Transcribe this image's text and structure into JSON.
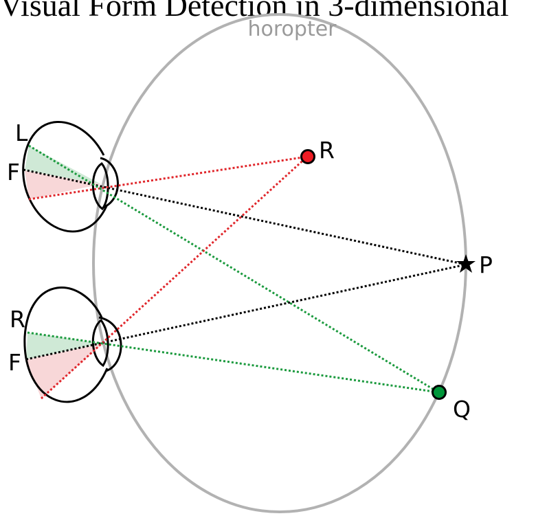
{
  "title": "Visual Form Detection in 3-dimensional",
  "horopter_label": "horopter",
  "eyes": {
    "upper": {
      "top_label": "L",
      "fovea_label": "F"
    },
    "lower": {
      "top_label": "R",
      "fovea_label": "F"
    }
  },
  "points": {
    "R": {
      "label": "R",
      "color": "#ee1c24"
    },
    "P": {
      "label": "P",
      "color": "#000000"
    },
    "Q": {
      "label": "Q",
      "color": "#00963a"
    }
  },
  "colors": {
    "horopter": "#b2b2b2",
    "sight_black": "#000000",
    "sight_red": "#e0262b",
    "sight_green": "#1b9a3e",
    "wedge_green": "#cfe9d6",
    "wedge_red": "#f8d7d8"
  }
}
